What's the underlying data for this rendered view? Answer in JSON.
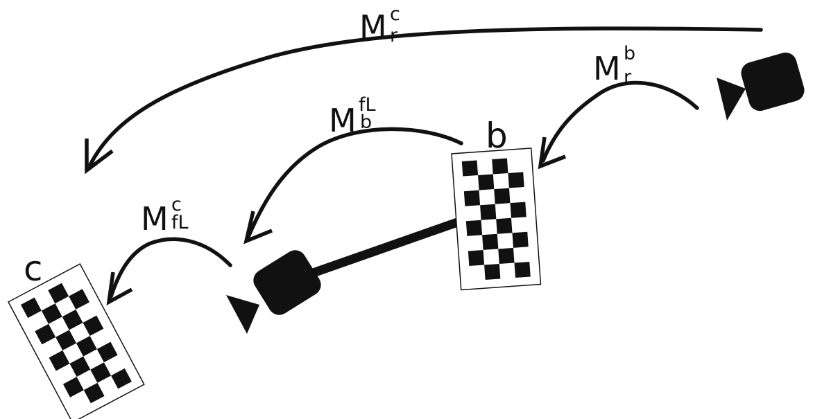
{
  "labels": {
    "board_b": "b",
    "board_c": "c",
    "transforms": [
      {
        "id": "m-r-c",
        "main": "M",
        "sup": "c",
        "sub": "r"
      },
      {
        "id": "m-r-b",
        "main": "M",
        "sup": "b",
        "sub": "r"
      },
      {
        "id": "m-b-fl",
        "main": "M",
        "sup": "fL",
        "sub": "b"
      },
      {
        "id": "m-fl-c",
        "main": "M",
        "sup": "c",
        "sub": "fL"
      }
    ]
  },
  "colors": {
    "ink": "#111111",
    "paper": "#ffffff"
  },
  "icons": [
    "camera-icon",
    "camera-icon",
    "checkerboard-icon",
    "checkerboard-icon"
  ]
}
